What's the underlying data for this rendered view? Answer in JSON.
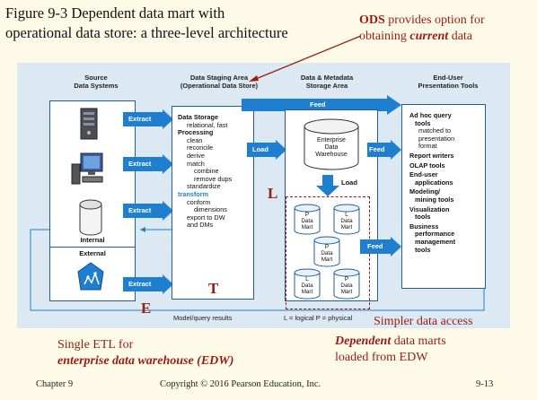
{
  "slide": {
    "title_line1": "Figure 9-3 Dependent data mart with",
    "title_line2": "operational data store: a three-level architecture",
    "footer_chapter": "Chapter 9",
    "footer_copyright": "Copyright © 2016 Pearson Education, Inc.",
    "footer_page": "9-13"
  },
  "callouts": {
    "ods_bold": "ODS",
    "ods_text1": " provides option for",
    "ods_text2": "obtaining ",
    "ods_italic": "current",
    "ods_text3": " data",
    "edw_line1": "Single ETL for",
    "edw_line2": "enterprise data warehouse (EDW)",
    "dep_italic": "Dependent",
    "dep_text1": " data marts",
    "dep_text2": "loaded from EDW",
    "simpler": "Simpler data access"
  },
  "diagram": {
    "col_source": [
      "Source",
      "Data Systems"
    ],
    "col_staging": [
      "Data Staging Area",
      "(Operational Data Store)"
    ],
    "col_storage": [
      "Data & Metadata",
      "Storage Area"
    ],
    "col_presentation": [
      "End-User",
      "Presentation Tools"
    ],
    "source_internal": "Internal",
    "source_external": "External",
    "extract_label": "Extract",
    "staging_lines": [
      {
        "text": "Data Storage",
        "style": "h"
      },
      {
        "text": "relational, fast",
        "style": "sub"
      },
      {
        "text": "Processing",
        "style": "h"
      },
      {
        "text": "clean",
        "style": "sub"
      },
      {
        "text": "reconcile",
        "style": "sub"
      },
      {
        "text": "derive",
        "style": "sub"
      },
      {
        "text": "match",
        "style": "sub"
      },
      {
        "text": "combine",
        "style": "sub2"
      },
      {
        "text": "remove dups",
        "style": "sub2"
      },
      {
        "text": "standardize",
        "style": "sub"
      },
      {
        "text": "transform",
        "style": "hl"
      },
      {
        "text": "conform",
        "style": "sub"
      },
      {
        "text": "dimensions",
        "style": "sub2"
      },
      {
        "text": "export to DW",
        "style": "sub"
      },
      {
        "text": "and DMs",
        "style": "sub"
      }
    ],
    "feed_label": "Feed",
    "load_label": "Load",
    "edw_cylinder": [
      "Enterprise",
      "Data",
      "Warehouse"
    ],
    "data_mart_types": [
      "P",
      "L",
      "P",
      "L",
      "P"
    ],
    "data_mart_name": [
      "Data",
      "Mart"
    ],
    "presentation_lines": [
      {
        "text": "Ad hoc query",
        "style": "h"
      },
      {
        "text": "tools",
        "style": "h2"
      },
      {
        "text": "matched to",
        "style": "sub"
      },
      {
        "text": "presentation",
        "style": "sub"
      },
      {
        "text": "format",
        "style": "sub"
      },
      {
        "text": "Report writers",
        "style": "h"
      },
      {
        "text": "OLAP tools",
        "style": "h"
      },
      {
        "text": "End-user",
        "style": "h"
      },
      {
        "text": "applications",
        "style": "h2"
      },
      {
        "text": "Modeling/",
        "style": "h"
      },
      {
        "text": "mining tools",
        "style": "h2"
      },
      {
        "text": "Visualization",
        "style": "h"
      },
      {
        "text": "tools",
        "style": "h2"
      },
      {
        "text": "Business",
        "style": "h"
      },
      {
        "text": "performance",
        "style": "h2"
      },
      {
        "text": "management",
        "style": "h2"
      },
      {
        "text": "tools",
        "style": "h2"
      }
    ],
    "model_query_results": "Model/query results",
    "legend": "L = logical   P = physical",
    "letter_e": "E",
    "letter_t": "T",
    "letter_l": "L"
  },
  "colors": {
    "arrow_blue": "#1e7fd0",
    "panel_border": "#1f5f99",
    "callout_red": "#9b1b13",
    "diagram_bg": "#dde9f2"
  }
}
